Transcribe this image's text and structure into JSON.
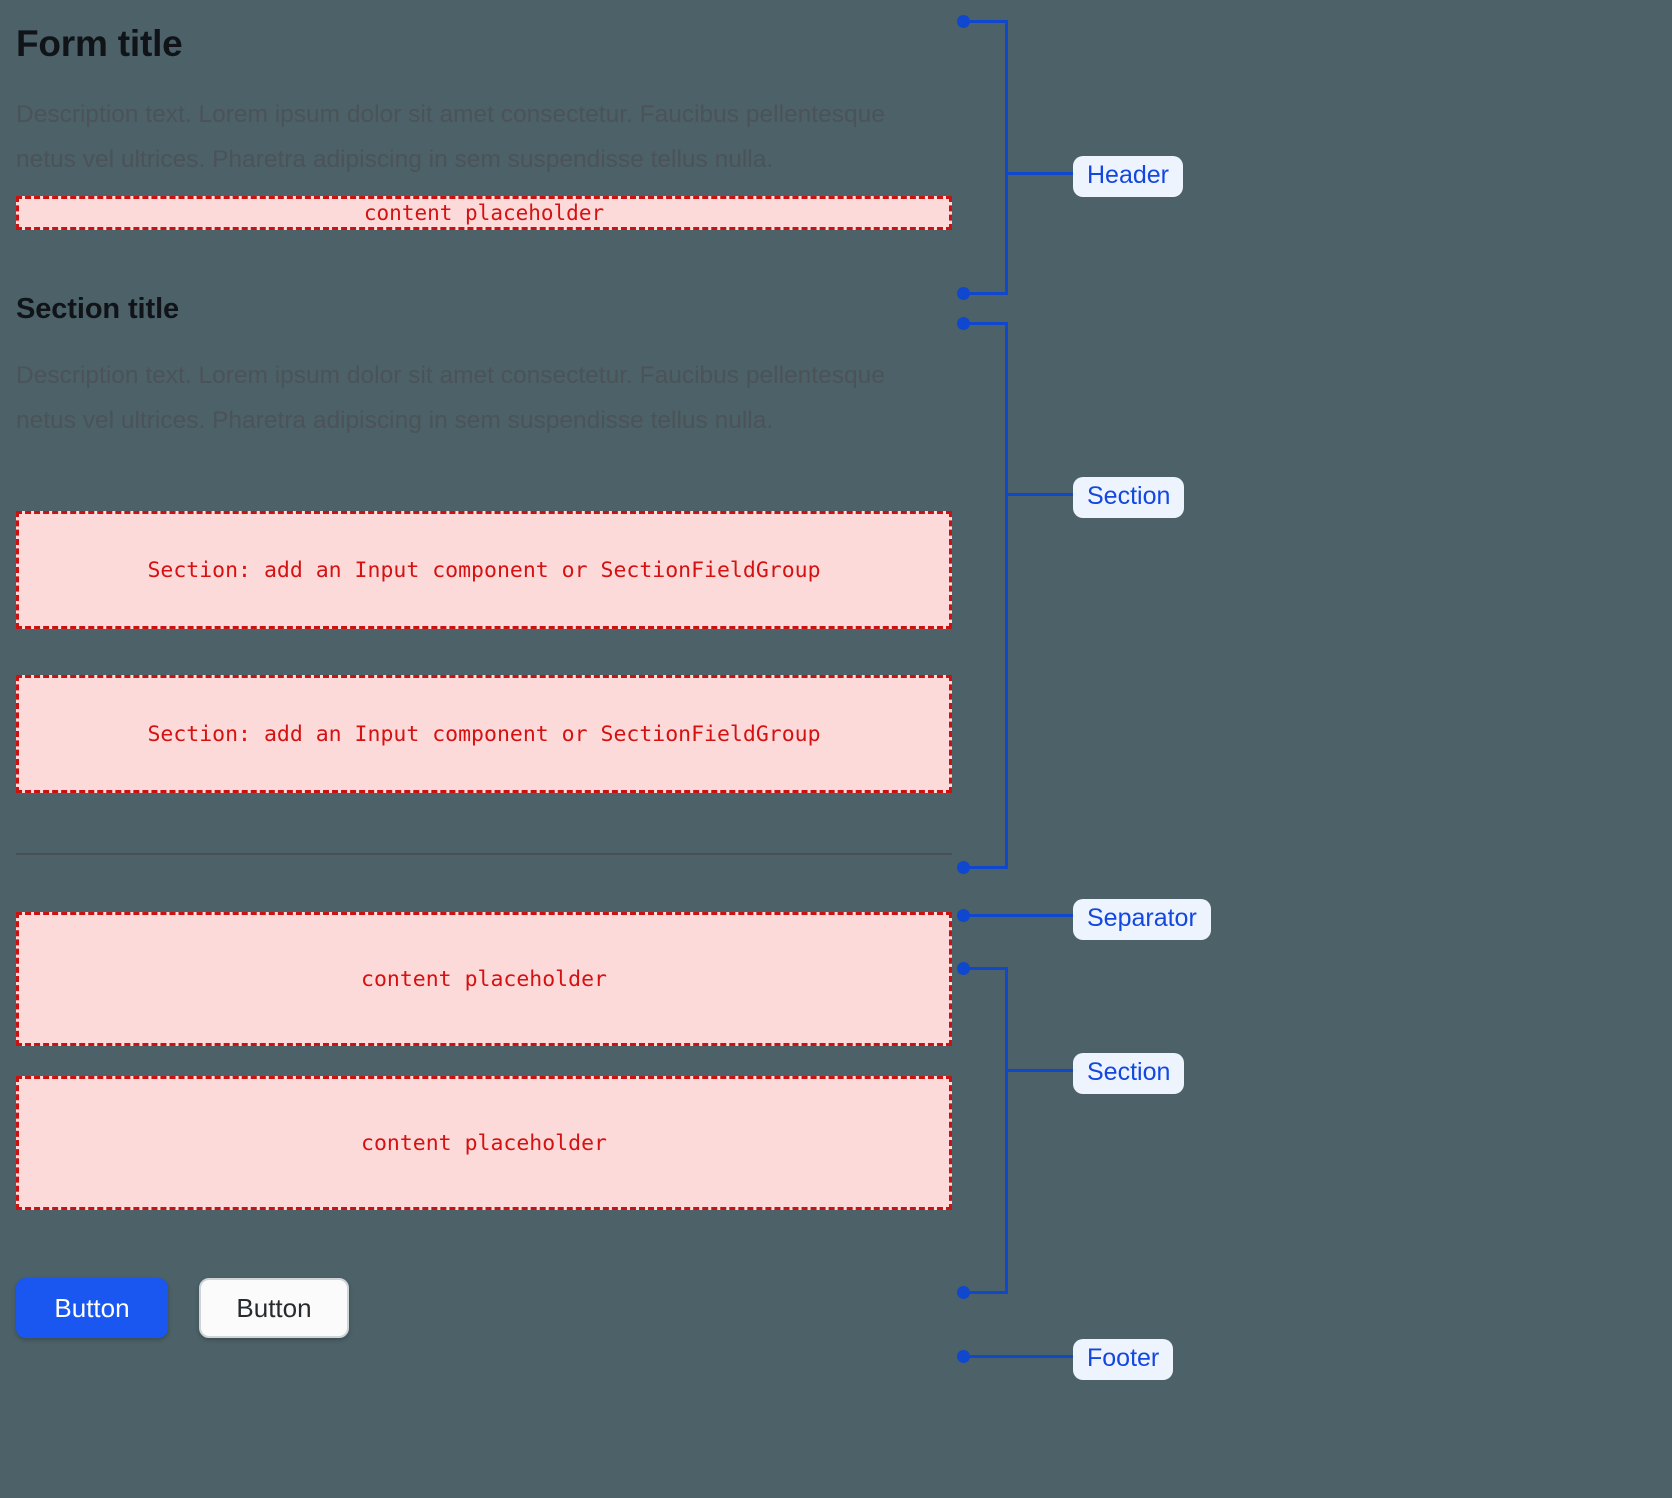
{
  "page": {
    "background_color": "#4c6168",
    "accent_blue": "#1347e0",
    "placeholder_red": "#d61111",
    "placeholder_fill": "#fcdada"
  },
  "header": {
    "title": "Form title",
    "description": "Description text. Lorem ipsum dolor sit amet consectetur. Faucibus pellentesque netus vel ultrices. Pharetra adipiscing in sem suspendisse tellus nulla.",
    "placeholder": "content placeholder"
  },
  "section": {
    "title": "Section title",
    "description": "Description text. Lorem ipsum dolor sit amet consectetur. Faucibus pellentesque netus vel ultrices. Pharetra adipiscing in sem suspendisse tellus nulla.",
    "field_placeholder_1": "Section: add an Input component or SectionFieldGroup",
    "field_placeholder_2": "Section: add an Input component or SectionFieldGroup"
  },
  "section_two": {
    "placeholder_1": "content placeholder",
    "placeholder_2": "content placeholder"
  },
  "footer": {
    "primary_button": "Button",
    "secondary_button": "Button"
  },
  "annotations": {
    "header": "Header",
    "section_one": "Section",
    "separator": "Separator",
    "section_two": "Section",
    "footer": "Footer"
  }
}
